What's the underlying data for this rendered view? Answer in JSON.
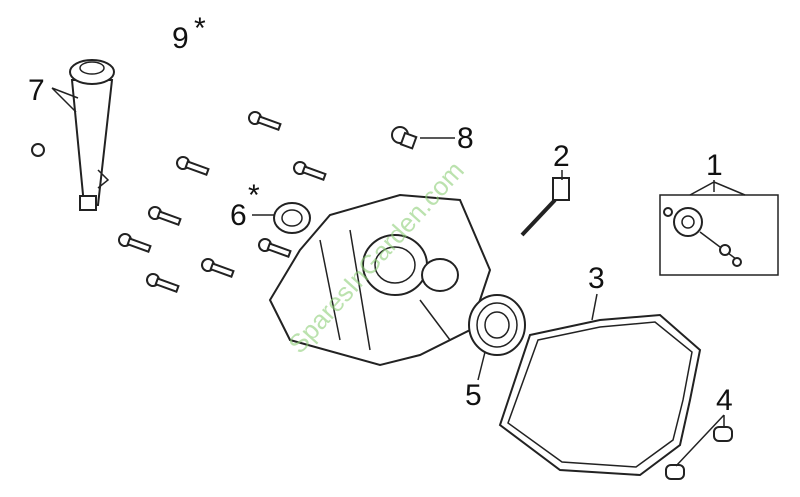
{
  "diagram": {
    "labels": {
      "p1": "1",
      "p2": "2",
      "p3": "3",
      "p4": "4",
      "p5": "5",
      "p6": "6",
      "p7": "7",
      "p8": "8",
      "p9": "9",
      "star": "*"
    },
    "watermark": "SparesInGarden.com",
    "colors": {
      "line": "#222222",
      "watermark": "#8fcf7a"
    }
  }
}
